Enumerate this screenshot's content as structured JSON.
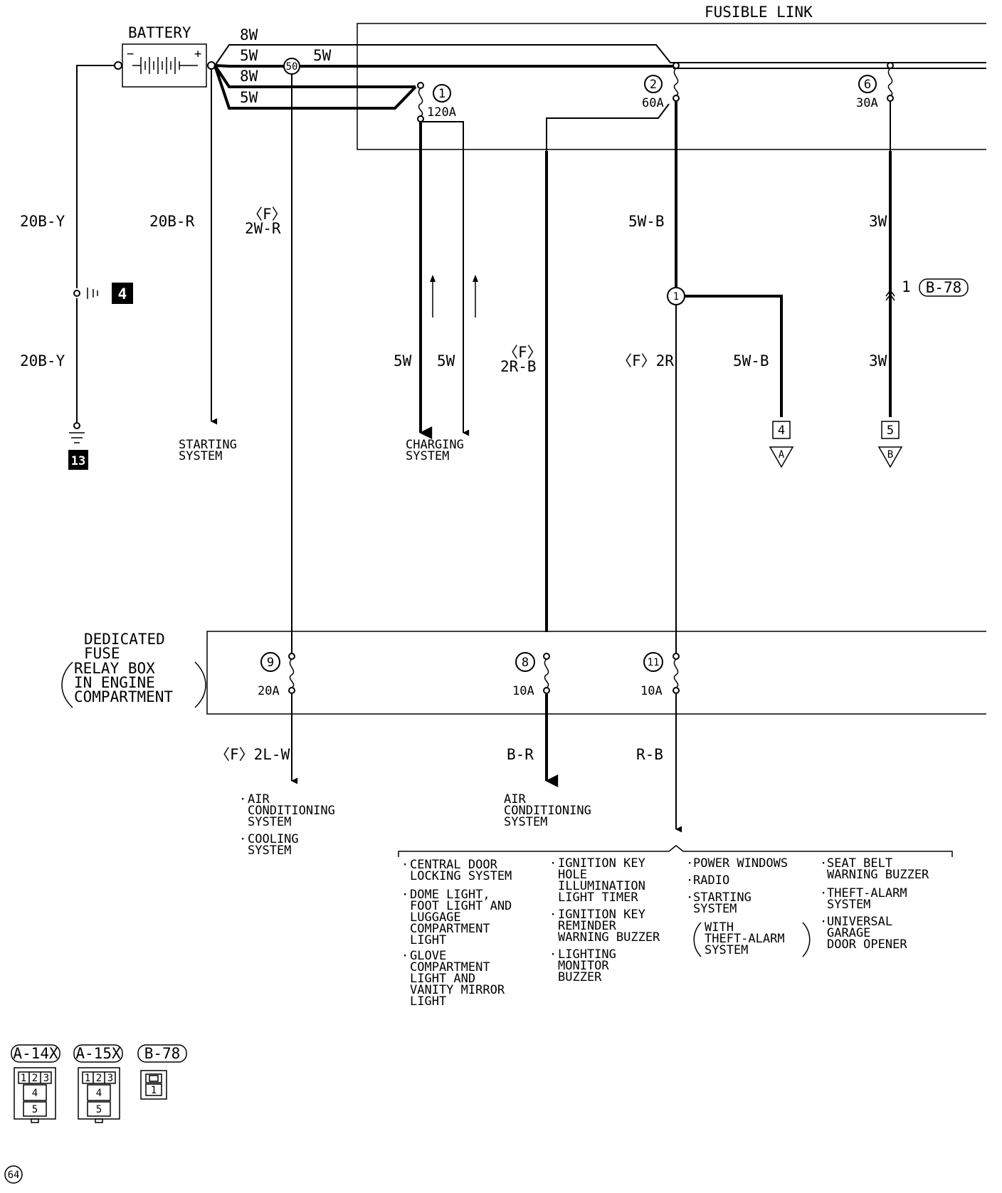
{
  "fusible_link": {
    "title": "FUSIBLE LINK",
    "fuses": [
      {
        "number": "1",
        "rating": "120A"
      },
      {
        "number": "2",
        "rating": "60A"
      },
      {
        "number": "6",
        "rating": "30A"
      }
    ]
  },
  "battery": {
    "label": "BATTERY",
    "minus": "−",
    "plus": "+"
  },
  "battery_wires": [
    "8W",
    "5W",
    "5W",
    "8W",
    "5W"
  ],
  "splice_50": "50",
  "wire_labels": {
    "ground_upper": "20B-Y",
    "ground_lower": "20B-Y",
    "starting_feed": "20B-R",
    "fuse9_upper_f": "〈F〉",
    "fuse9_upper": "2W-R",
    "charging_left": "5W",
    "charging_right": "5W",
    "fuse8_upper_f": "〈F〉",
    "fuse8_upper": "2R-B",
    "fuse2_out": "5W-B",
    "fuse2_branch": "〈F〉2R",
    "fuse2_side": "5W-B",
    "fuse6_upper": "3W",
    "fuse6_lower": "3W",
    "fuse9_lower": "〈F〉2L-W",
    "fuse8_lower": "B-R",
    "fuse11_lower": "R-B"
  },
  "connector_b78": {
    "pin": "1",
    "name": "B-78"
  },
  "splice_1": "1",
  "ground_terminal": "13",
  "ground_badge": "4",
  "destinations": {
    "starting": [
      "STARTING",
      "SYSTEM"
    ],
    "charging": [
      "CHARGING",
      "SYSTEM"
    ],
    "terminal_a": {
      "box": "4",
      "letter": "A"
    },
    "terminal_b": {
      "box": "5",
      "letter": "B"
    }
  },
  "relay_box": {
    "label": [
      "DEDICATED",
      "FUSE",
      "RELAY BOX",
      "IN ENGINE",
      "COMPARTMENT"
    ],
    "fuses": [
      {
        "number": "9",
        "rating": "20A"
      },
      {
        "number": "8",
        "rating": "10A"
      },
      {
        "number": "11",
        "rating": "10A"
      }
    ]
  },
  "fuse9_loads": [
    [
      "AIR",
      "CONDITIONING",
      "SYSTEM"
    ],
    [
      "COOLING",
      "SYSTEM"
    ]
  ],
  "fuse8_loads": [
    "AIR",
    "CONDITIONING",
    "SYSTEM"
  ],
  "fuse11_loads": {
    "col1": [
      [
        "CENTRAL DOOR",
        "LOCKING SYSTEM"
      ],
      [
        "DOME LIGHT,",
        "FOOT LIGHT AND",
        "LUGGAGE",
        "COMPARTMENT",
        "LIGHT"
      ],
      [
        "GLOVE",
        "COMPARTMENT",
        "LIGHT AND",
        "VANITY MIRROR",
        "LIGHT"
      ]
    ],
    "col2": [
      [
        "IGNITION KEY",
        "HOLE",
        "ILLUMINATION",
        "LIGHT TIMER"
      ],
      [
        "IGNITION KEY",
        "REMINDER",
        "WARNING BUZZER"
      ],
      [
        "LIGHTING",
        "MONITOR",
        "BUZZER"
      ]
    ],
    "col3": [
      [
        "POWER WINDOWS"
      ],
      [
        "RADIO"
      ],
      [
        "STARTING",
        "SYSTEM"
      ]
    ],
    "col3_note": [
      "WITH",
      "THEFT-ALARM",
      "SYSTEM"
    ],
    "col4": [
      [
        "SEAT BELT",
        "WARNING BUZZER"
      ],
      [
        "THEFT-ALARM",
        "SYSTEM"
      ],
      [
        "UNIVERSAL",
        "GARAGE",
        "DOOR OPENER"
      ]
    ]
  },
  "connectors": [
    {
      "name": "A-14X",
      "pins": [
        "1",
        "2",
        "3",
        "4",
        "5"
      ]
    },
    {
      "name": "A-15X",
      "pins": [
        "1",
        "2",
        "3",
        "4",
        "5"
      ]
    },
    {
      "name": "B-78",
      "pins": [
        "1"
      ]
    }
  ],
  "page_number": "64"
}
